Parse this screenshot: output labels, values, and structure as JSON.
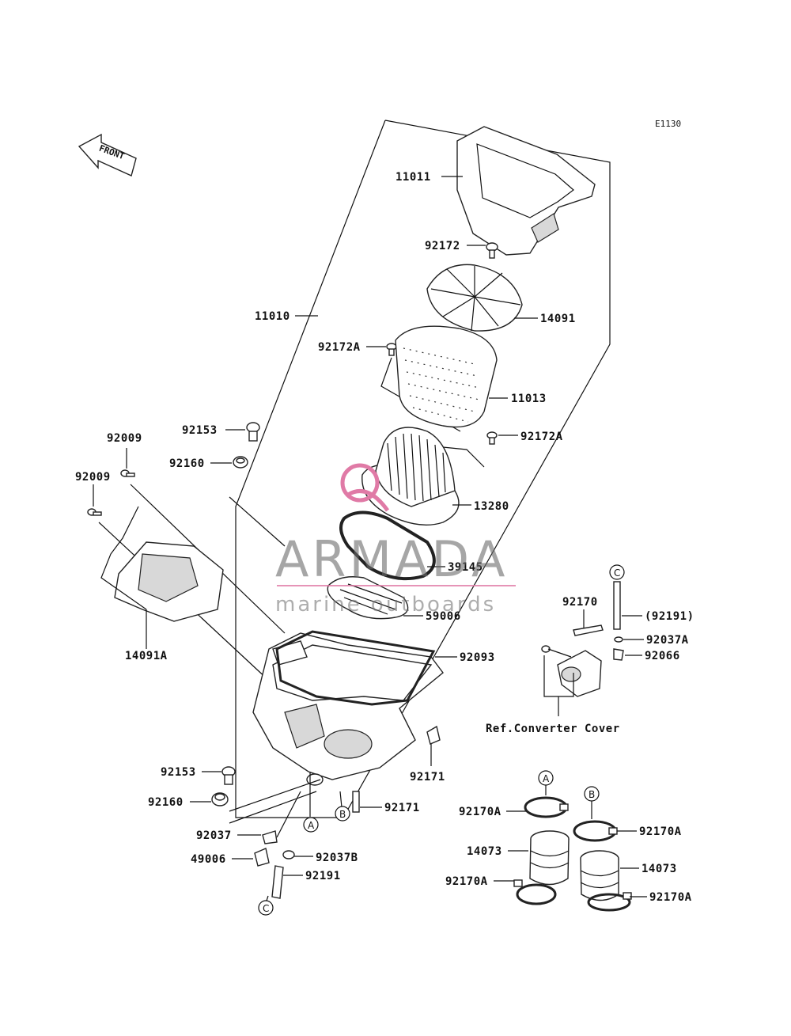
{
  "diagram_code": "E1130",
  "front_arrow_label": "FRONT",
  "parts": {
    "p11011": "11011",
    "p92172": "92172",
    "p14091": "14091",
    "p11010": "11010",
    "p92172A_1": "92172A",
    "p11013": "11013",
    "p92172A_2": "92172A",
    "p92153_1": "92153",
    "p92009_1": "92009",
    "p92160_1": "92160",
    "p92009_2": "92009",
    "p13280": "13280",
    "p39145": "39145",
    "p59006": "59006",
    "p92093": "92093",
    "p14091A": "14091A",
    "p92171_1": "92171",
    "p92153_2": "92153",
    "p92160_2": "92160",
    "p92171_2": "92171",
    "p92037": "92037",
    "p49006": "49006",
    "p92037B": "92037B",
    "p92191": "92191",
    "p92170": "92170",
    "p92191_paren": "(92191)",
    "p92037A": "92037A",
    "p92066": "92066",
    "ref_converter": "Ref.Converter Cover",
    "p92170A_1": "92170A",
    "p92170A_2": "92170A",
    "p14073_1": "14073",
    "p14073_2": "14073",
    "p92170A_3": "92170A",
    "p92170A_4": "92170A"
  },
  "callouts": {
    "A": "A",
    "B": "B",
    "C": "C"
  },
  "watermark": {
    "brand": "ARMADA",
    "tagline": "marine outboards",
    "accent_color": "#e07aa6"
  }
}
